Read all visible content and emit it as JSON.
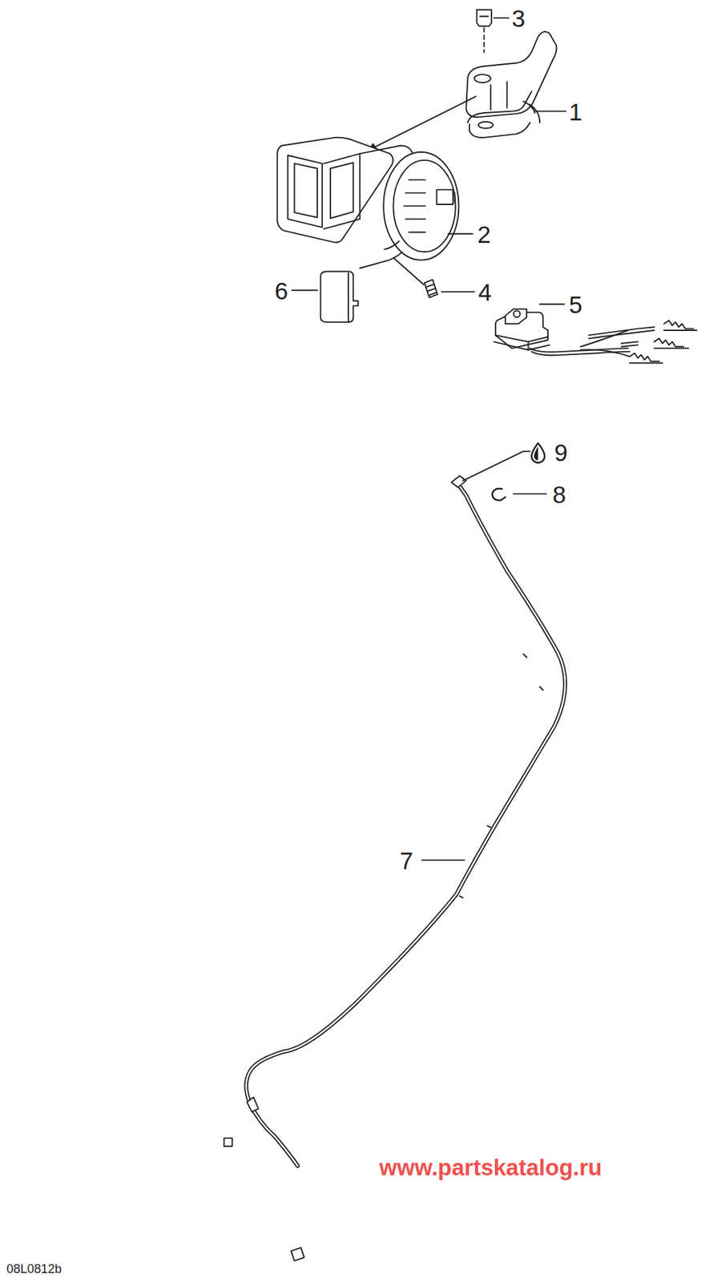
{
  "diagram": {
    "labels": [
      "3",
      "1",
      "2",
      "6",
      "4",
      "5",
      "9",
      "8",
      "7",
      "www.partskatalog.ru",
      "08L0812b"
    ]
  }
}
